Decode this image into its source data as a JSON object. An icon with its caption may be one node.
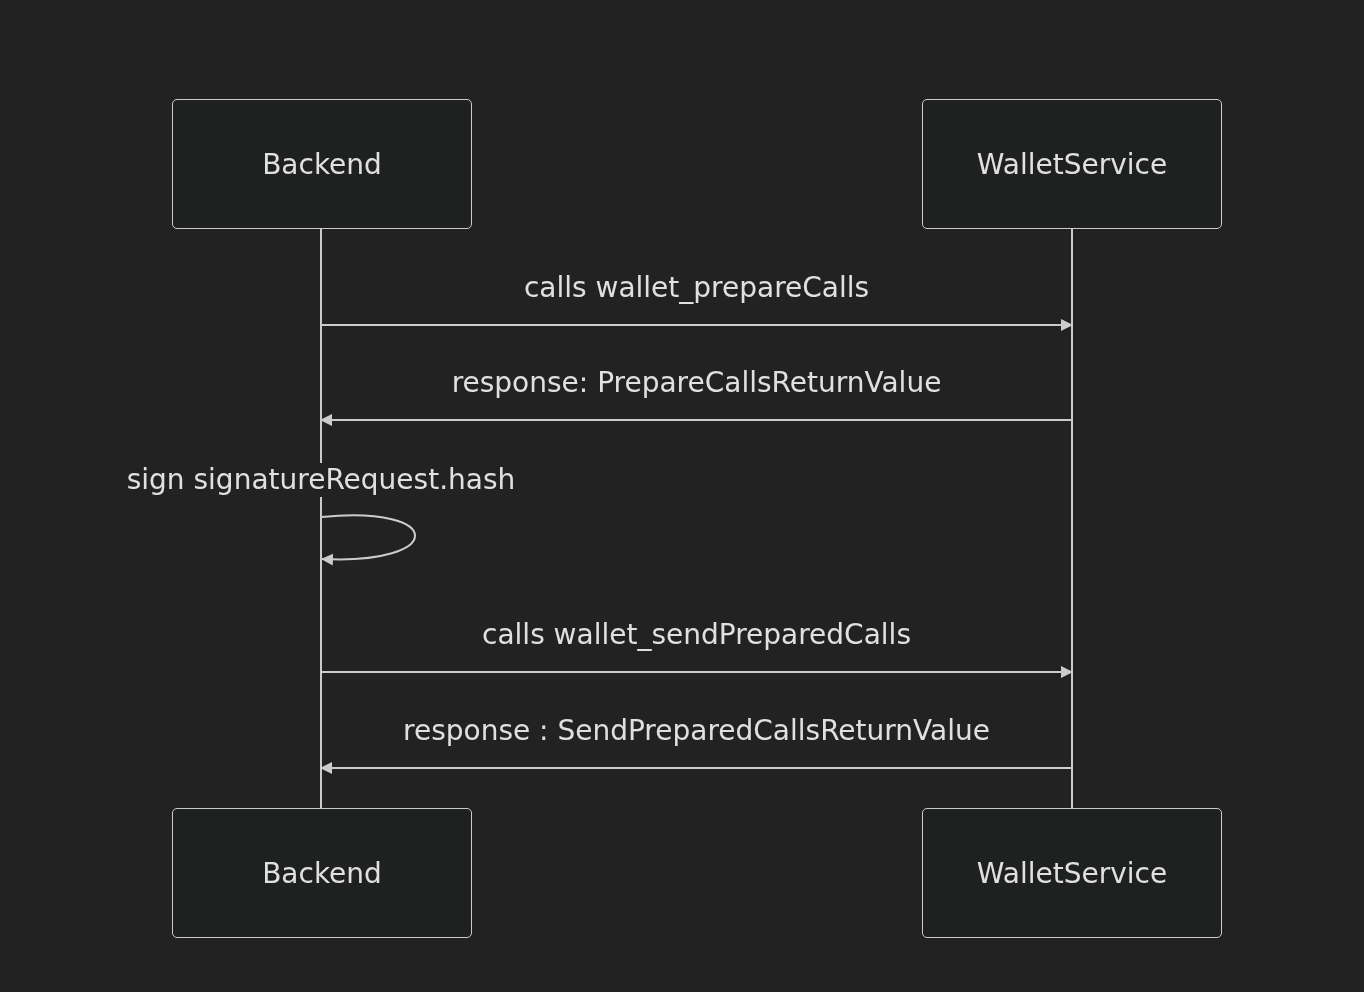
{
  "diagram": {
    "nodes": [
      {
        "text": [
          "Backend"
        ]
      },
      {
        "text": [
          "WalletService"
        ]
      },
      {
        "text": [],
        "shape": "bar"
      },
      {
        "text": [],
        "shape": "bar"
      },
      {
        "text": [
          "Backend"
        ]
      },
      {
        "text": [
          "WalletService"
        ]
      }
    ],
    "edges": [
      {
        "from": 2,
        "to": 3,
        "arrow": "to",
        "label": "calls wallet_prepareCalls"
      },
      {
        "from": 3,
        "to": 2,
        "arrow": "to",
        "label": "response: PrepareCallsReturnValue"
      },
      {
        "from": 2,
        "to": 2,
        "arrow": "to",
        "label": "sign signatureRequest.hash"
      },
      {
        "from": 2,
        "to": 3,
        "arrow": "to",
        "label": "calls wallet_sendPreparedCalls"
      },
      {
        "from": 3,
        "to": 2,
        "arrow": "to",
        "label": "response : SendPreparedCallsReturnValue"
      }
    ]
  }
}
